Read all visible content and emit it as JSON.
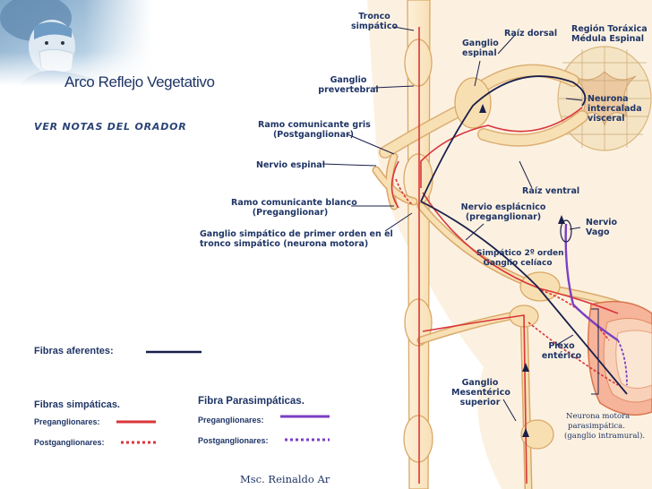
{
  "slide": {
    "title": "Arco Reflejo Vegetativo",
    "notes_label": "VER NOTAS DEL ORADOR",
    "footer": "Msc. Reinaldo Ar"
  },
  "legend": {
    "afferent": "Fibras aferentes:",
    "sympathetic": "Fibras simpáticas.",
    "sym_pre": "Preganglionares:",
    "sym_post": "Postganglionares:",
    "parasympathetic": "Fibra Parasimpáticas.",
    "para_pre": "Preganglionares:",
    "para_post": "Postganglionares:"
  },
  "labels": {
    "tronco_1": "Tronco",
    "tronco_2": "simpático",
    "raiz_dorsal": "Raíz dorsal",
    "region_1": "Región Toráxica",
    "region_2": "Médula Espinal",
    "ganglio_esp_1": "Ganglio",
    "ganglio_esp_2": "espinal",
    "ganglio_prev_1": "Ganglio",
    "ganglio_prev_2": "prevertebral",
    "neurona_1": "Neurona",
    "neurona_2": "intercalada",
    "neurona_3": "visceral",
    "ramo_gris_1": "Ramo comunicante gris",
    "ramo_gris_2": "(Postganglionar)",
    "nervio_espinal": "Nervio espinal",
    "raiz_ventral": "Raíz ventral",
    "ramo_blanco_1": "Ramo comunicante blanco",
    "ramo_blanco_2": "(Preganglionar)",
    "esplacnico_1": "Nervio esplácnico",
    "esplacnico_2": "(preganglionar)",
    "vago_1": "Nervio",
    "vago_2": "Vago",
    "primer_orden_1": "Ganglio simpático de primer orden en el",
    "primer_orden_2": "tronco simpático (neurona motora)",
    "celiaco_1": "Simpático 2º orden",
    "celiaco_2": "Ganglio celíaco",
    "plexo_1": "Plexo",
    "plexo_2": "entérico",
    "mesenterico_1": "Ganglio",
    "mesenterico_2": "Mesentérico",
    "mesenterico_3": "superior",
    "motora_1": "Neurona motora",
    "motora_2": "parasimpática.",
    "motora_3": "(ganglio intramural)."
  },
  "colors": {
    "text": "#1f3566",
    "nerve_fill": "#f7ddb0",
    "nerve_stroke": "#d9a868",
    "sympathetic": "#d9363a",
    "parasympathetic": "#7b3fc4",
    "afferent": "#1a1f4a"
  },
  "icons": [
    "surgeon-photo",
    "arrow-icon"
  ]
}
